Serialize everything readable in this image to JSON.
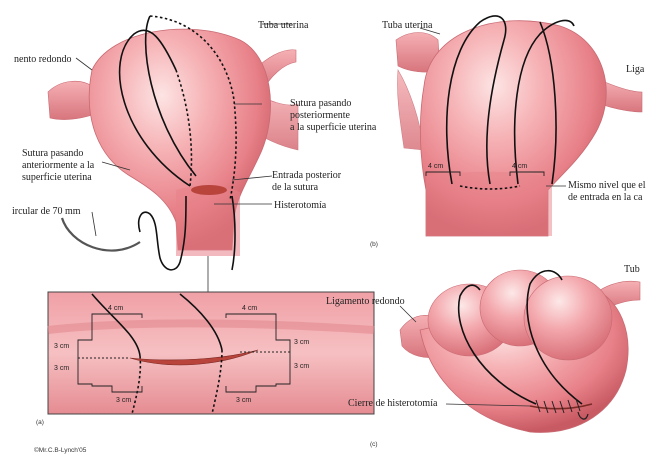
{
  "panel_a": {
    "labels": {
      "tube": "Tuba uterina",
      "round_ligament": "nento redondo",
      "suture_posterior": [
        "Sutura pasando",
        "posteriormente",
        "a la superficie uterina"
      ],
      "suture_anterior": [
        "Sutura pasando",
        "anteriormente a la",
        "superficie uterina"
      ],
      "posterior_entry": [
        "Entrada posterior",
        "de la sutura"
      ],
      "hysterotomy": "Histerotomía",
      "needle": "ircular de 70 mm"
    },
    "inset": {
      "dim_top_left": "4 cm",
      "dim_top_right": "4 cm",
      "dim_side_left_1": "3 cm",
      "dim_side_left_2": "3 cm",
      "dim_side_right_1": "3 cm",
      "dim_side_right_2": "3 cm",
      "dim_bottom_left": "3 cm",
      "dim_bottom_right": "3 cm"
    },
    "panel_letter": "(a)",
    "copyright": "©Mr.C.B-Lynch'05"
  },
  "panel_b": {
    "labels": {
      "tube": "Tuba uterina",
      "ligament": "Liga",
      "dim_left": "4 cm",
      "dim_right": "4 cm",
      "same_level": [
        "Mismo nivel que el",
        "de entrada en la ca"
      ]
    },
    "panel_letter": "(b)"
  },
  "panel_c": {
    "labels": {
      "tube": "Tub",
      "round_ligament": "Ligamento redondo",
      "closure": "Cierre de histerotomía"
    },
    "panel_letter": "(c)"
  },
  "colors": {
    "uterus_light": "#f6b3b6",
    "uterus_mid": "#e88189",
    "uterus_dark": "#c85a63",
    "incision": "#b8443c"
  }
}
